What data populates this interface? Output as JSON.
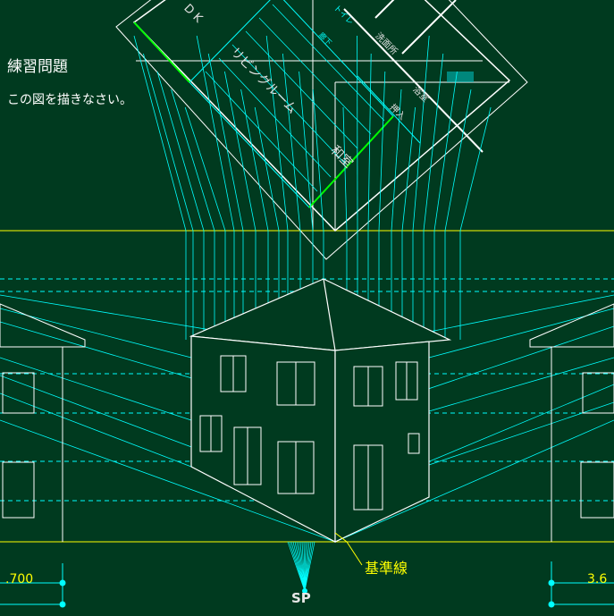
{
  "title": "練習問題",
  "instruction": "この図を描きなさい。",
  "reference_line_label": "基準線",
  "station_point_label": "SP",
  "dimensions": {
    "left": ".700",
    "right": "3.6"
  },
  "rooms": {
    "dk": "D K",
    "living": "リビングルーム",
    "washroom": "洗面所",
    "bath": "浴室",
    "closet": "押入",
    "japanese": "和室",
    "toilet": "トイレ",
    "hall": "廊下"
  },
  "colors": {
    "background": "#003a1f",
    "construction": "#00ffff",
    "outline": "#ffffff",
    "reference": "#ffff00",
    "wall": "#00ff00"
  }
}
